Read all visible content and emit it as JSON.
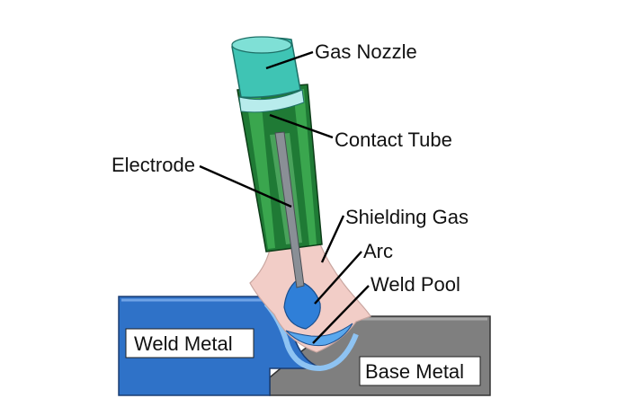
{
  "diagram": {
    "labels": {
      "gas_nozzle": "Gas Nozzle",
      "contact_tube": "Contact Tube",
      "electrode": "Electrode",
      "shielding_gas": "Shielding Gas",
      "arc": "Arc",
      "weld_pool": "Weld Pool",
      "weld_metal": "Weld Metal",
      "base_metal": "Base Metal"
    },
    "colors": {
      "nozzle_cap": "#3fc4b4",
      "nozzle_band": "#b8ecec",
      "contact_tube": "#1f7a35",
      "contact_tube_light": "#3aa64e",
      "electrode": "#8a8f96",
      "shielding_gas": "#f2cdc7",
      "arc": "#2f7fd8",
      "weld_metal": "#2f72c8",
      "base_metal": "#7f7f7f",
      "leader": "#000000"
    }
  }
}
